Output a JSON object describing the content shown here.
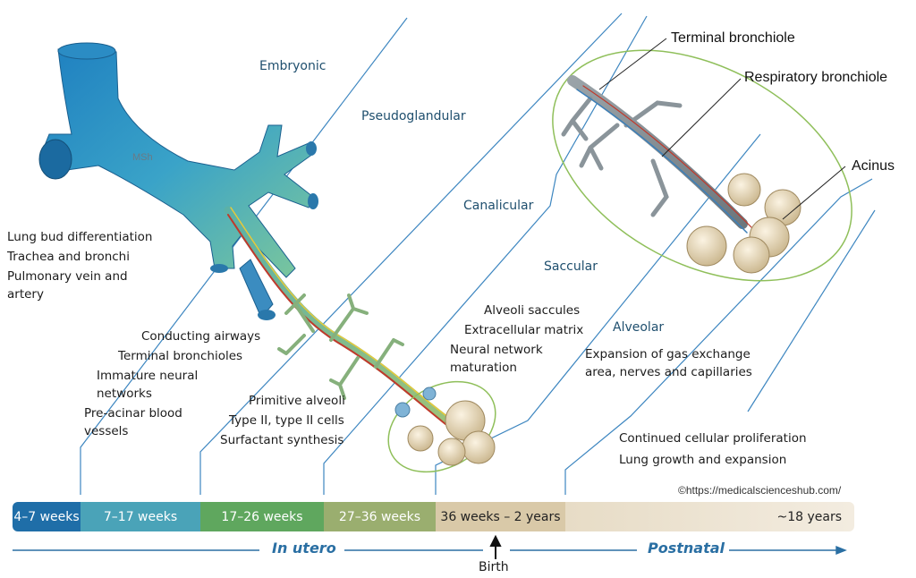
{
  "stages": {
    "embryonic": "Embryonic",
    "pseudoglandular": "Pseudoglandular",
    "canalicular": "Canalicular",
    "saccular": "Saccular",
    "alveolar": "Alveolar"
  },
  "embryonic_events": [
    "Lung bud differentiation",
    "Trachea and bronchi",
    "Pulmonary vein and",
    "artery"
  ],
  "pseudoglandular_events": [
    "Conducting airways",
    "Terminal bronchioles",
    "Immature neural",
    "networks",
    "Pre-acinar blood",
    "vessels"
  ],
  "canalicular_events": [
    "Primitive alveoli",
    "Type II, type II cells",
    "Surfactant synthesis"
  ],
  "saccular_events": [
    "Alveoli saccules",
    "Extracellular matrix",
    "Neural network",
    "maturation"
  ],
  "alveolar_events": [
    "Expansion of gas exchange",
    "area, nerves and capillaries"
  ],
  "postnatal_events": [
    "Continued cellular proliferation",
    "Lung growth and expansion"
  ],
  "callouts": {
    "terminal_bronchiole": "Terminal bronchiole",
    "respiratory_bronchiole": "Respiratory bronchiole",
    "acinus": "Acinus"
  },
  "timeline": {
    "seg1": "4–7 weeks",
    "seg2": "7–17 weeks",
    "seg3": "17–26 weeks",
    "seg4": "27–36 weeks",
    "seg5": "36 weeks – 2 years",
    "seg6": "~18 years"
  },
  "phases": {
    "in_utero": "In utero",
    "postnatal": "Postnatal",
    "birth": "Birth"
  },
  "credit": "©https://medicalscienceshub.com/",
  "watermark": "MSh",
  "colors": {
    "embryonic": "#1f6ea8",
    "pseudoglandular": "#4aa3b8",
    "canalicular": "#5fa75e",
    "saccular": "#9aae6f",
    "alveolar": "#d9c9a8",
    "postnatal": "#eee4d2",
    "accent_blue": "#2a6fa3",
    "acinus_green": "#8fbf5a"
  }
}
